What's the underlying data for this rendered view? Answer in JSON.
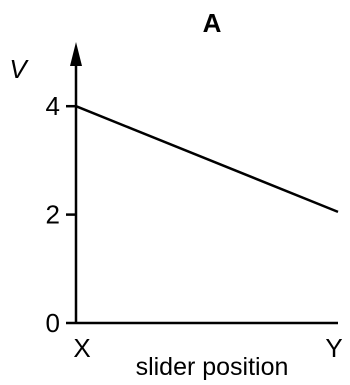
{
  "chart_data": {
    "type": "line",
    "title": "A",
    "xlabel": "slider position",
    "ylabel": "V",
    "x_categories": [
      "X",
      "Y"
    ],
    "x": [
      0,
      1
    ],
    "y_ticks": [
      0,
      2,
      4
    ],
    "ylim": [
      0,
      5
    ],
    "grid": false,
    "series": [
      {
        "x": [
          0,
          1
        ],
        "values": [
          4,
          2.05
        ]
      }
    ],
    "colors": {
      "line": "#000000",
      "axis": "#000000"
    }
  }
}
